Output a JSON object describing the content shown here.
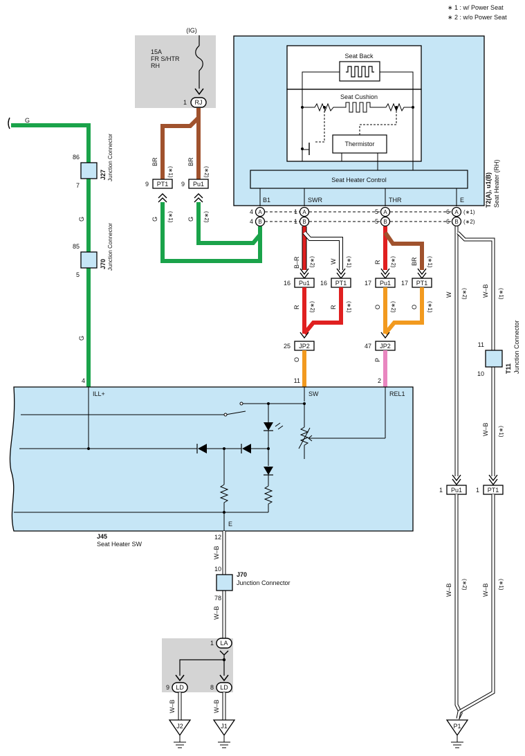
{
  "notes": [
    "∗ 1 : w/ Power Seat",
    "∗ 2 : w/o Power Seat"
  ],
  "fuse": {
    "ig": "(IG)",
    "amp": "15A",
    "name1": "FR S/HTR",
    "name2": "RH",
    "pin": "1",
    "conn": "RJ"
  },
  "heater": {
    "seat_back": "Seat Back",
    "seat_cushion": "Seat Cushion",
    "thermistor": "Thermistor",
    "control": "Seat Heater Control",
    "pins": {
      "b1": "B1",
      "swr": "SWR",
      "thr": "THR",
      "e": "E"
    },
    "ref": "T2(A), u1(B)",
    "name": "Seat Heater (RH)"
  },
  "pins": {
    "p4": "4",
    "p1": "1",
    "p5": "5",
    "p6": "6",
    "p9": "9",
    "p16": "16",
    "p17": "17",
    "p25": "25",
    "p47": "47",
    "p11": "11",
    "p2": "2",
    "p12": "12",
    "p10": "10",
    "p78": "78",
    "p8": "8",
    "p86": "86",
    "p7": "7",
    "p85": "85"
  },
  "conns": {
    "a": "A",
    "b": "B",
    "pt1": "PT1",
    "pu1": "Pu1",
    "jp2": "JP2",
    "la": "LA",
    "ld": "LD"
  },
  "star1": "(∗1)",
  "star2": "(∗2)",
  "wires": {
    "g": "G",
    "br": "BR",
    "r": "R",
    "w": "W",
    "o": "O",
    "p": "P",
    "wb": "W–B",
    "br_r": "B–R"
  },
  "j27": {
    "id": "J27",
    "name": "Junction Connector"
  },
  "j70a": {
    "id": "J70",
    "name": "Junction Connector"
  },
  "t11": {
    "id": "T11",
    "name": "Junction Connector"
  },
  "j45": {
    "id": "J45",
    "name": "Seat Heater SW",
    "ill": "ILL+",
    "sw": "SW",
    "rel": "REL1",
    "e": "E"
  },
  "j70b": {
    "id": "J70",
    "name": "Junction Connector"
  },
  "grounds": {
    "j2": "J2",
    "j1": "J1",
    "p1": "P1"
  }
}
